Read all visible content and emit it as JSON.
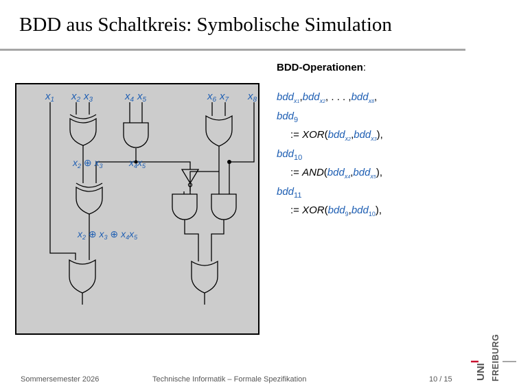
{
  "slide": {
    "title": "BDD aus Schaltkreis: Symbolische Simulation"
  },
  "circuit": {
    "inputs": [
      "x1",
      "x2",
      "x3",
      "x4",
      "x5",
      "x6",
      "x7",
      "x8"
    ],
    "node_labels": {
      "xor1": "x2 ⊕ x3",
      "and1": "x4x5",
      "xor2": "x2 ⊕ x3 ⊕ x4x5"
    }
  },
  "operations": {
    "heading": "BDD-Operationen",
    "assign": ":=",
    "bdd_prefix": "bdd",
    "lines": {
      "x1": "x1",
      "x2": "x2",
      "x8": "x8",
      "n9": "9",
      "n10": "10",
      "n11": "11",
      "xor": "XOR",
      "and": "AND",
      "op9_a": "x2",
      "op9_b": "x3",
      "op10_a": "x4",
      "op10_b": "x5",
      "op11_a": "9",
      "op11_b": "10"
    }
  },
  "footer": {
    "semester": "Sommersemester 2026",
    "course": "Technische Informatik – Formale Spezifikation",
    "page": "10 / 15"
  },
  "logo": {
    "top": "UNI",
    "bottom": "FREIBURG"
  },
  "colors": {
    "accent_blue": "#1f5fb3",
    "logo_red": "#c8102e",
    "circuit_bg": "#cccccc",
    "rule_gray": "#a6a6a6"
  }
}
